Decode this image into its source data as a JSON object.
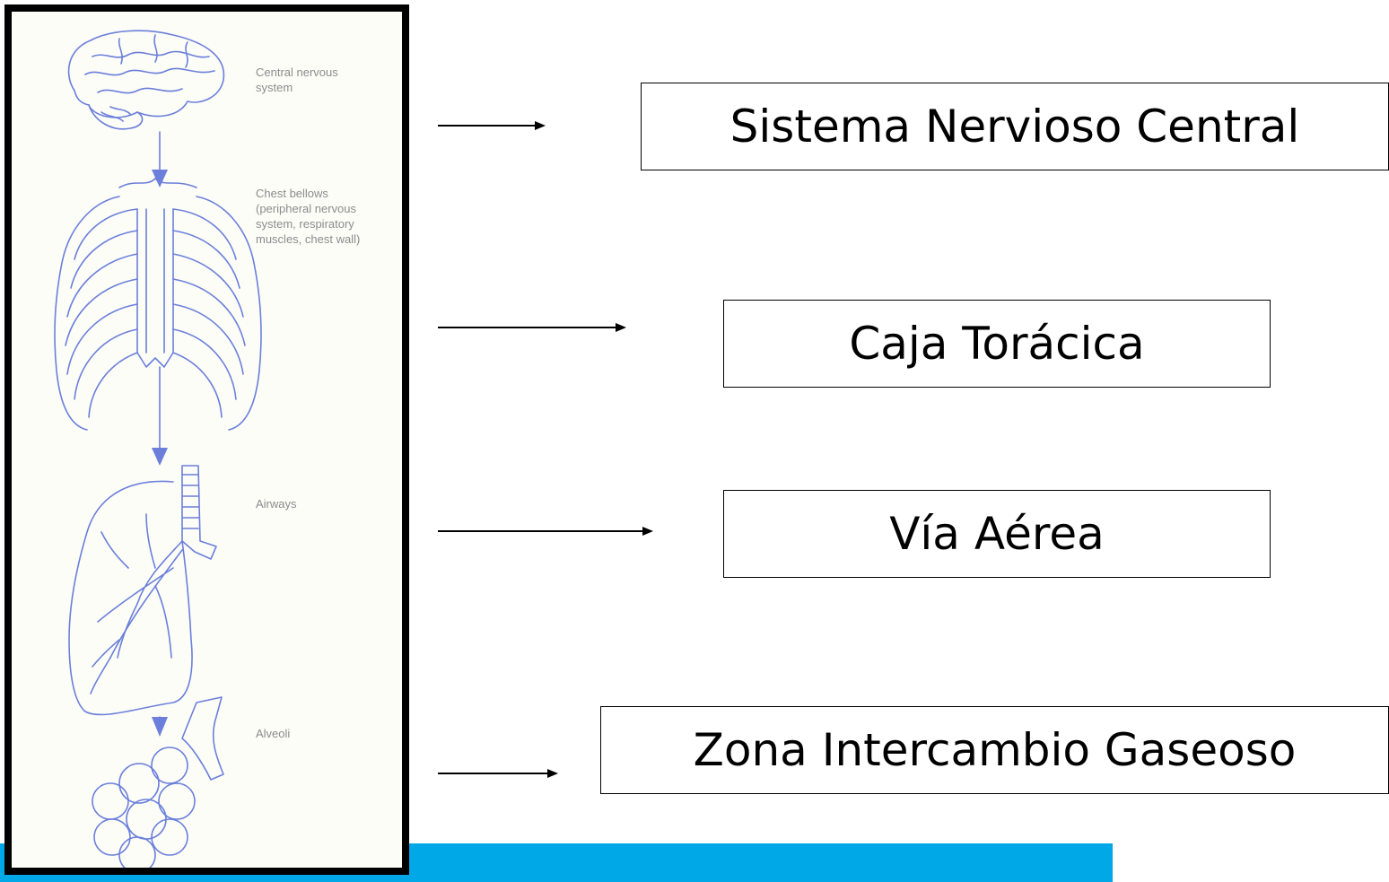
{
  "figure": {
    "labels": {
      "cns": "Central nervous\nsystem",
      "chest": "Chest bellows\n(peripheral nervous\nsystem, respiratory\nmuscles, chest wall)",
      "airways": "Airways",
      "alveoli": "Alveoli"
    },
    "line_color": "#6b7fdb"
  },
  "boxes": {
    "cns": "Sistema Nervioso Central",
    "thorax": "Caja Torácica",
    "airway": "Vía Aérea",
    "gas_exchange": "Zona Intercambio Gaseoso"
  },
  "accent_bar_color": "#00a8e8"
}
